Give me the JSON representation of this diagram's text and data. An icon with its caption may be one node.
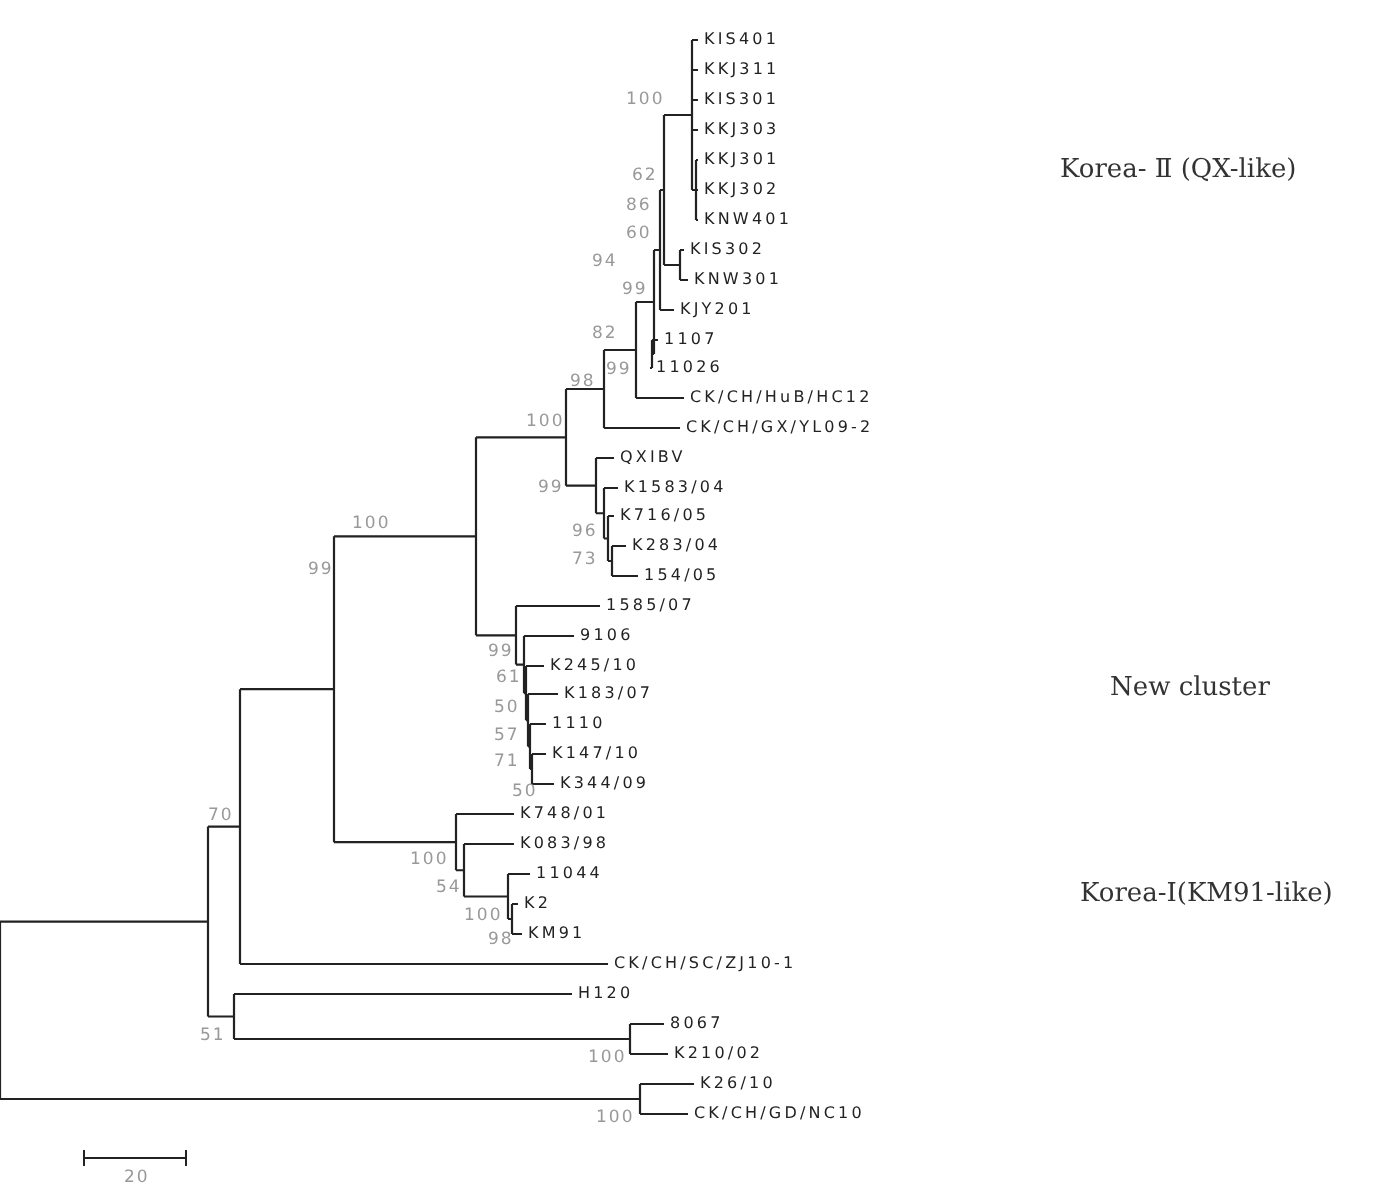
{
  "diagram": {
    "labels": [
      "KIS401",
      "KKJ311",
      "KIS301",
      "KKJ303",
      "KKJ301",
      "KKJ302",
      "KNW401",
      "KIS302",
      "KNW301",
      "KJY201",
      "1107",
      "11026",
      "CK/CH/HuB/HC12",
      "CK/CH/GX/YL09-2",
      "QXIBV",
      "K1583/04",
      "K716/05",
      "K283/04",
      "154/05",
      "1585/07",
      "9106",
      "K245/10",
      "K183/07",
      "1110",
      "K147/10",
      "K344/09",
      "K748/01",
      "K083/98",
      "11044",
      "K2",
      "KM91",
      "CK/CH/SC/ZJ10-1",
      "H120",
      "8067",
      "K210/02",
      "K26/10",
      "CK/CH/GD/NC10",
      "100",
      "62",
      "86",
      "60",
      "94",
      "99",
      "82",
      "99",
      "98",
      "100",
      "99",
      "100",
      "96",
      "73",
      "99",
      "99",
      "61",
      "50",
      "57",
      "71",
      "50",
      "70",
      "100",
      "54",
      "100",
      "98",
      "51",
      "100",
      "100",
      "Korea- Ⅱ (QX-like)",
      "New cluster",
      "Korea-I(KM91-like)",
      "20"
    ]
  }
}
